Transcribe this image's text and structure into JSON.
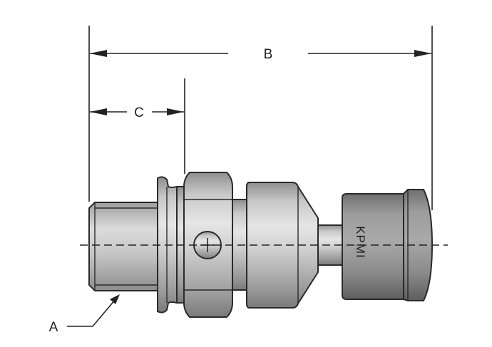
{
  "labels": {
    "dim_b": "B",
    "dim_c": "C",
    "callout_a": "A",
    "brand": "KPMI"
  }
}
